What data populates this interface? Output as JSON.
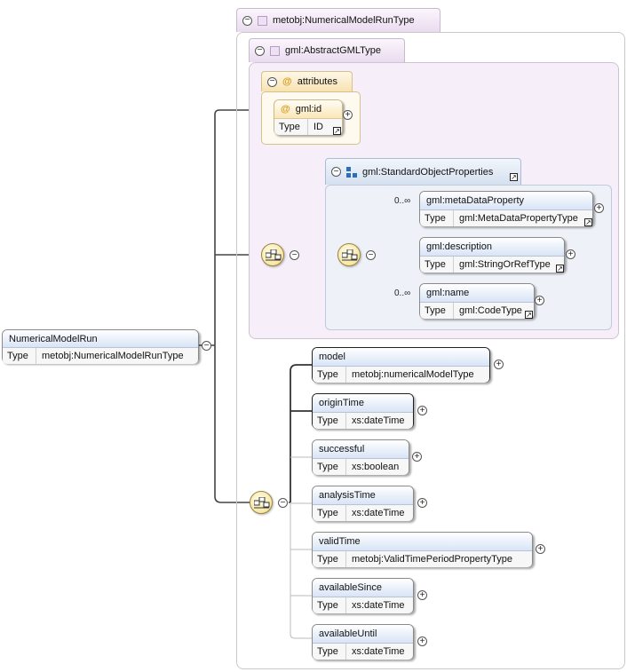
{
  "root": {
    "name": "NumericalModelRun",
    "type_key": "Type",
    "type_value": "metobj:NumericalModelRunType"
  },
  "outer_type": {
    "label": "metobj:NumericalModelRunType"
  },
  "abstract_type": {
    "label": "gml:AbstractGMLType"
  },
  "attributes": {
    "label": "attributes",
    "items": [
      {
        "name": "gml:id",
        "type_key": "Type",
        "type_value": "ID"
      }
    ]
  },
  "group": {
    "label": "gml:StandardObjectProperties",
    "elements": [
      {
        "name": "gml:metaDataProperty",
        "type_key": "Type",
        "type_value": "gml:MetaDataPropertyType",
        "occurs": "0..∞"
      },
      {
        "name": "gml:description",
        "type_key": "Type",
        "type_value": "gml:StringOrRefType",
        "occurs": ""
      },
      {
        "name": "gml:name",
        "type_key": "Type",
        "type_value": "gml:CodeType",
        "occurs": "0..∞"
      }
    ]
  },
  "sequence_elements": [
    {
      "name": "model",
      "type_key": "Type",
      "type_value": "metobj:numericalModelType",
      "required": true
    },
    {
      "name": "originTime",
      "type_key": "Type",
      "type_value": "xs:dateTime",
      "required": true
    },
    {
      "name": "successful",
      "type_key": "Type",
      "type_value": "xs:boolean",
      "required": false
    },
    {
      "name": "analysisTime",
      "type_key": "Type",
      "type_value": "xs:dateTime",
      "required": false
    },
    {
      "name": "validTime",
      "type_key": "Type",
      "type_value": "metobj:ValidTimePeriodPropertyType",
      "required": false
    },
    {
      "name": "availableSince",
      "type_key": "Type",
      "type_value": "xs:dateTime",
      "required": false
    },
    {
      "name": "availableUntil",
      "type_key": "Type",
      "type_value": "xs:dateTime",
      "required": false
    }
  ],
  "icons": {
    "collapse": "collapse-icon",
    "expand": "expand-icon",
    "sequence": "sequence-icon",
    "type_reference": "type-reference-icon",
    "attribute": "attribute-icon",
    "group": "group-icon",
    "complex_type": "complex-type-icon"
  },
  "symbols": {
    "collapse": "−",
    "expand": "+",
    "attribute": "@",
    "link": "↗"
  },
  "colors": {
    "type_frame": "#f6eef8",
    "element_header": "#d8e4f6",
    "attribute_header": "#fbe7b7",
    "sequence_node": "#f4de8c"
  }
}
